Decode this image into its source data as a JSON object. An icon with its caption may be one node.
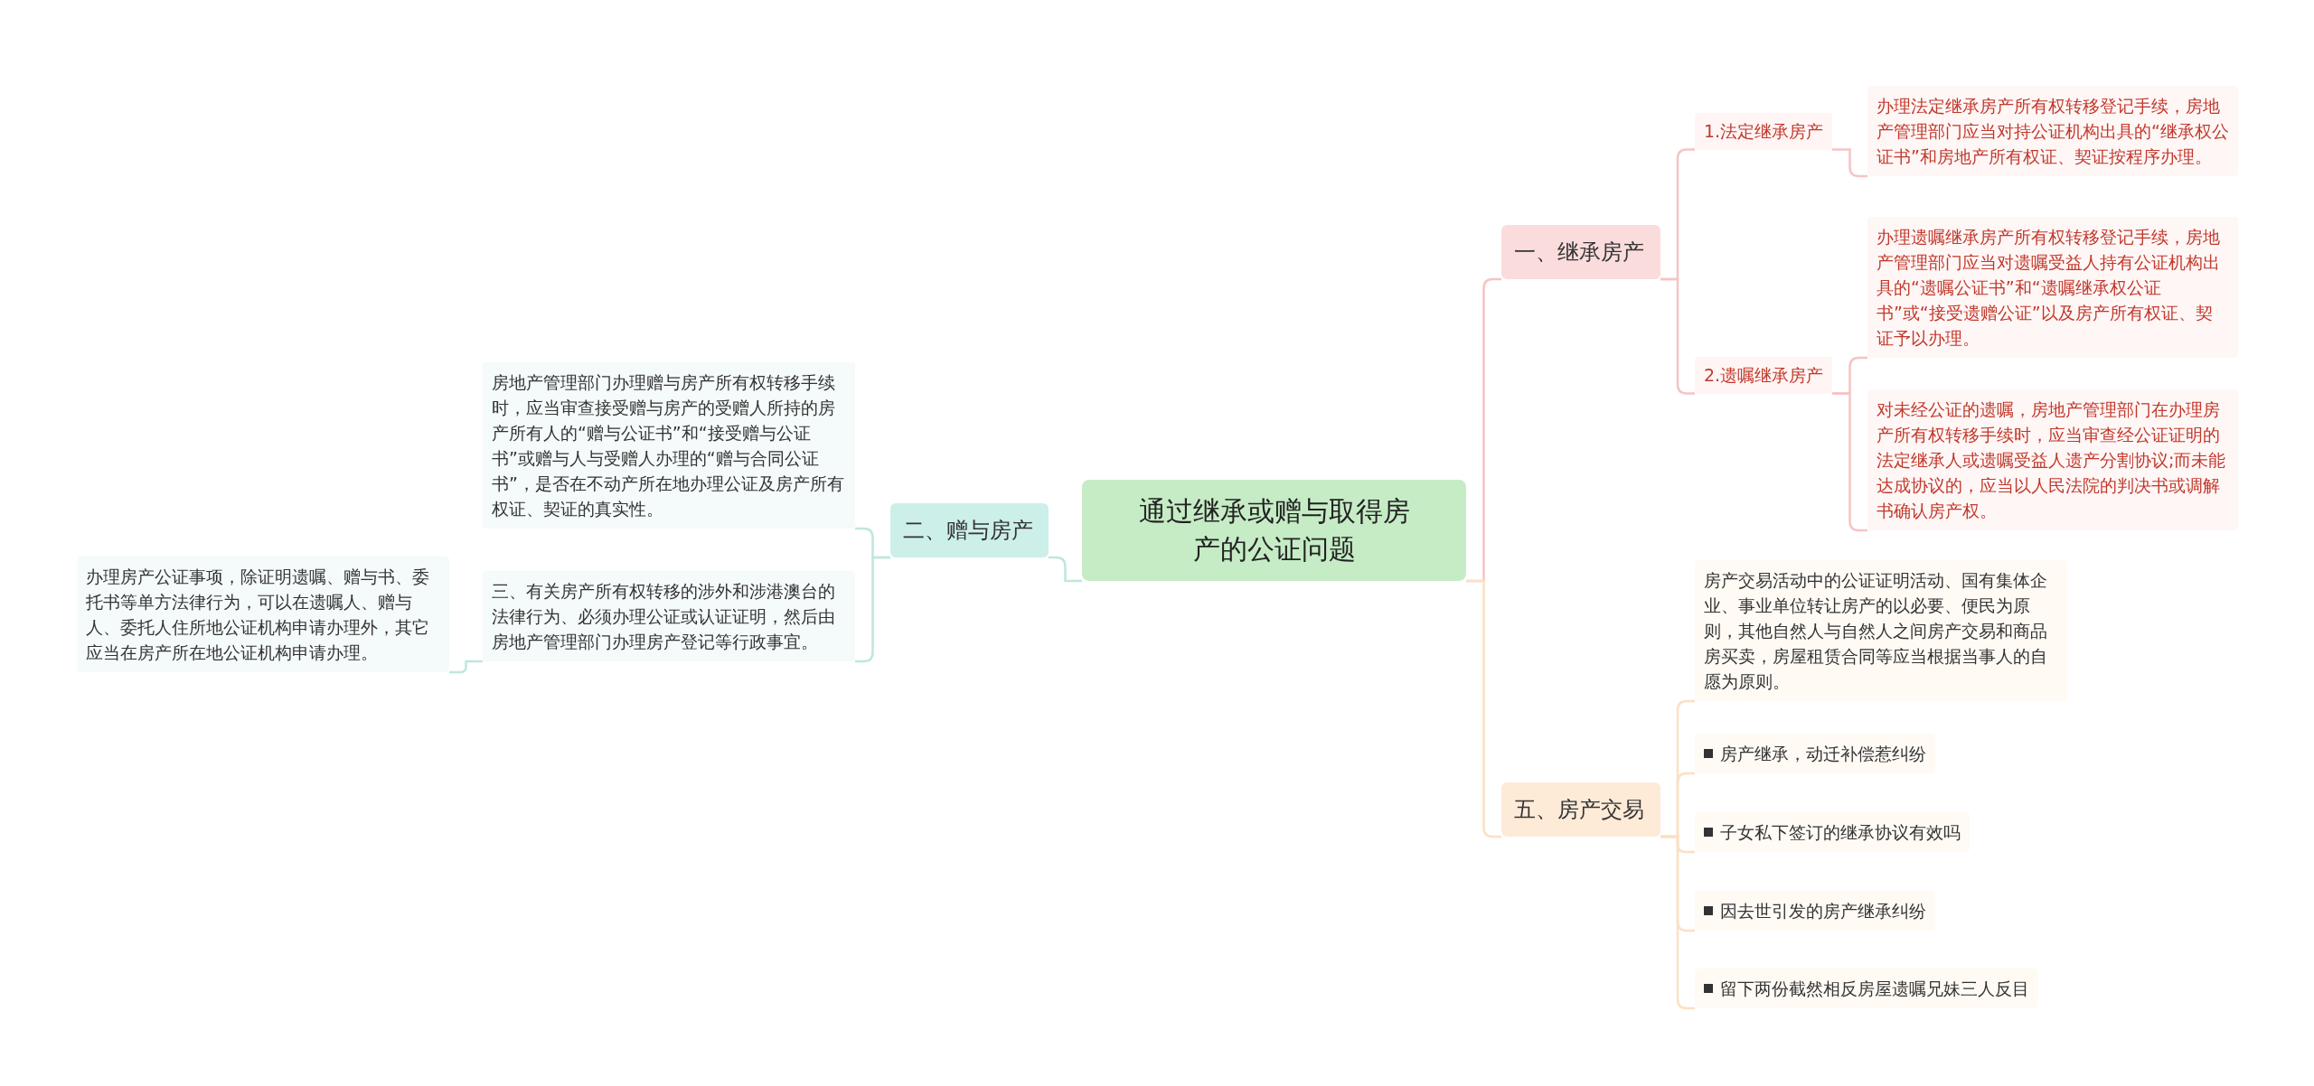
{
  "diagram": {
    "nodes": [
      {
        "text": [
          "通过继承或赠与取得房产的公证问题"
        ]
      },
      {
        "text": [
          "一、继承房产"
        ]
      },
      {
        "text": [
          "1.法定继承房产"
        ]
      },
      {
        "text": [
          "办理法定继承房产所有权转移登记手续，房地产管理部门应当对持公证机构出具的“继承权公证书”和房地产所有权证、契证按程序办理。"
        ]
      },
      {
        "text": [
          "2.遗嘱继承房产"
        ]
      },
      {
        "text": [
          "办理遗嘱继承房产所有权转移登记手续，房地产管理部门应当对遗嘱受益人持有公证机构出具的“遗嘱公证书”和“遗嘱继承权公证书”或“接受遗赠公证”以及房产所有权证、契证予以办理。"
        ]
      },
      {
        "text": [
          "对未经公证的遗嘱，房地产管理部门在办理房产所有权转移手续时，应当审查经公证证明的法定继承人或遗嘱受益人遗产分割协议;而未能达成协议的，应当以人民法院的判决书或调解书确认房产权。"
        ]
      },
      {
        "text": [
          "二、赠与房产"
        ]
      },
      {
        "text": [
          "房地产管理部门办理赠与房产所有权转移手续时，应当审查接受赠与房产的受赠人所持的房产所有人的“赠与公证书”和“接受赠与公证书”或赠与人与受赠人办理的“赠与合同公证书”，是否在不动产所在地办理公证及房产所有权证、契证的真实性。"
        ]
      },
      {
        "text": [
          "三、有关房产所有权转移的涉外和涉港澳台的法律行为、必须办理公证或认证证明，然后由房地产管理部门办理房产登记等行政事宜。"
        ]
      },
      {
        "text": [
          "办理房产公证事项，除证明遗嘱、赠与书、委托书等单方法律行为，可以在遗嘱人、赠与人、委托人住所地公证机构申请办理外，其它应当在房产所在地公证机构申请办理。"
        ]
      },
      {
        "text": [
          "五、房产交易"
        ]
      },
      {
        "text": [
          "房产交易活动中的公证证明活动、国有集体企业、事业单位转让房产的以必要、便民为原则，其他自然人与自然人之间房产交易和商品房买卖，房屋租赁合同等应当根据当事人的自愿为原则。"
        ]
      },
      {
        "text": [
          "房产继承，动迁补偿惹纠纷"
        ]
      },
      {
        "text": [
          "子女私下签订的继承协议有效吗"
        ]
      },
      {
        "text": [
          "因去世引发的房产继承纠纷"
        ]
      },
      {
        "text": [
          "留下两份截然相反房屋遗嘱兄妹三人反目"
        ]
      }
    ],
    "edges": [
      {
        "from": 0,
        "to": 1,
        "arrow": "none",
        "color": "#f5c4c4"
      },
      {
        "from": 1,
        "to": 2,
        "arrow": "none",
        "color": "#f5c4c4"
      },
      {
        "from": 2,
        "to": 3,
        "arrow": "none",
        "color": "#f5c4c4"
      },
      {
        "from": 1,
        "to": 4,
        "arrow": "none",
        "color": "#f5c4c4"
      },
      {
        "from": 4,
        "to": 5,
        "arrow": "none",
        "color": "#f5c4c4"
      },
      {
        "from": 4,
        "to": 6,
        "arrow": "none",
        "color": "#f5c4c4"
      },
      {
        "from": 0,
        "to": 7,
        "arrow": "none",
        "color": "#bfe6df"
      },
      {
        "from": 7,
        "to": 8,
        "arrow": "none",
        "color": "#bfe6df"
      },
      {
        "from": 7,
        "to": 9,
        "arrow": "none",
        "color": "#bfe6df"
      },
      {
        "from": 9,
        "to": 10,
        "arrow": "none",
        "color": "#bfe6df"
      },
      {
        "from": 0,
        "to": 11,
        "arrow": "none",
        "color": "#fbe0c4"
      },
      {
        "from": 11,
        "to": 12,
        "arrow": "none",
        "color": "#fbe0c4"
      },
      {
        "from": 11,
        "to": 13,
        "arrow": "none",
        "color": "#fbe0c4"
      },
      {
        "from": 11,
        "to": 14,
        "arrow": "none",
        "color": "#fbe0c4"
      },
      {
        "from": 11,
        "to": 15,
        "arrow": "none",
        "color": "#fbe0c4"
      },
      {
        "from": 11,
        "to": 16,
        "arrow": "none",
        "color": "#fbe0c4"
      }
    ]
  }
}
